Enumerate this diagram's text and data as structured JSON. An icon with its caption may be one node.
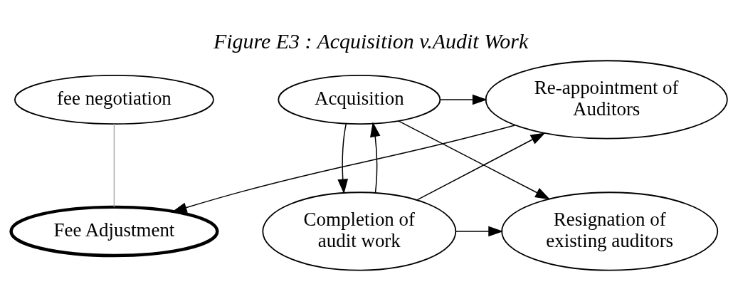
{
  "diagram": {
    "title": "Figure E3 : Acquisition v.Audit Work",
    "nodes": [
      {
        "text": [
          "fee negotiation"
        ]
      },
      {
        "text": [
          "Re-appointment of Auditors"
        ]
      },
      {
        "text": [
          "Acquisition"
        ]
      },
      {
        "text": [
          "Fee Adjustment"
        ]
      },
      {
        "text": [
          "Completion of audit work"
        ]
      },
      {
        "text": [
          "Resignation of existing auditors"
        ]
      }
    ],
    "edges": [
      {
        "from": 0,
        "to": 3,
        "arrow": "none",
        "color": "#aaaaaa"
      },
      {
        "from": 1,
        "to": 3,
        "arrow": "to"
      },
      {
        "from": 2,
        "to": 1,
        "arrow": "to"
      },
      {
        "from": 4,
        "to": 1,
        "arrow": "to"
      },
      {
        "from": 2,
        "to": 4,
        "arrow": "to"
      },
      {
        "from": 4,
        "to": 2,
        "arrow": "to"
      },
      {
        "from": 2,
        "to": 5,
        "arrow": "to"
      },
      {
        "from": 4,
        "to": 5,
        "arrow": "to"
      }
    ]
  }
}
